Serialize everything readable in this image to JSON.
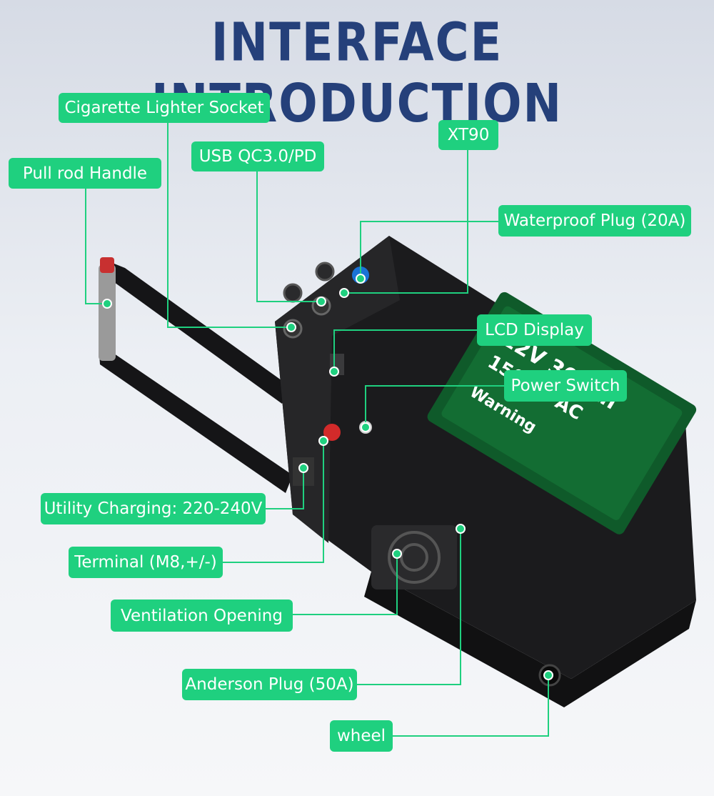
{
  "header": {
    "title": "INTERFACE INTRODUCTION"
  },
  "labels": {
    "cigarette": "Cigarette Lighter Socket",
    "usb": "USB QC3.0/PD",
    "xt90": "XT90",
    "pull_rod": "Pull rod Handle",
    "waterproof": "Waterproof Plug (20A)",
    "lcd": "LCD Display",
    "power_switch": "Power Switch",
    "utility": "Utility Charging: 220-240V",
    "terminal": "Terminal (M8,+/-)",
    "ventilation": "Ventilation Opening",
    "anderson": "Anderson Plug (50A)",
    "wheel": "wheel"
  },
  "product_panel": {
    "line1": "12V 300Ah",
    "line2": "1500W AC",
    "line3": "Warning"
  },
  "colors": {
    "accent": "#1fd07f",
    "title": "#25407a",
    "device": "#1b1b1d"
  }
}
